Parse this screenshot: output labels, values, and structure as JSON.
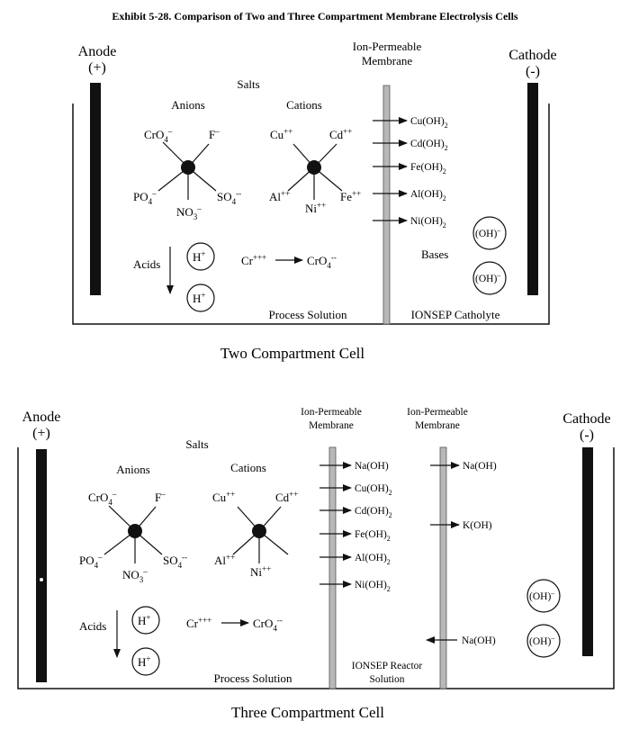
{
  "exhibit_title": "Exhibit 5-28. Comparison of Two and Three Compartment Membrane Electrolysis Cells",
  "two_cell": {
    "caption": "Two Compartment Cell",
    "anode_label": "Anode",
    "anode_sign": "(+)",
    "cathode_label": "Cathode",
    "cathode_sign": "(-)",
    "membrane_label_1": "Ion-Permeable",
    "membrane_label_2": "Membrane",
    "salts_label": "Salts",
    "anions_label": "Anions",
    "cations_label": "Cations",
    "anions": {
      "top_left": "CrO",
      "top_left_sub": "4",
      "top_left_sup": "–",
      "top_right": "F",
      "top_right_sup": "–",
      "bottom_left": "PO",
      "bottom_left_sub": "4",
      "bottom_left_sup": "–",
      "bottom_mid": "NO",
      "bottom_mid_sub": "3",
      "bottom_mid_sup": "–",
      "bottom_right": "SO",
      "bottom_right_sub": "4",
      "bottom_right_sup": "--"
    },
    "cations": {
      "top_left": "Cu",
      "top_left_sup": "++",
      "top_right": "Cd",
      "top_right_sup": "++",
      "bottom_left": "Al",
      "bottom_left_sup": "++",
      "bottom_mid": "Ni",
      "bottom_mid_sup": "++",
      "bottom_right": "Fe",
      "bottom_right_sup": "++"
    },
    "hydroxides": [
      "Cu(OH)",
      "Cd(OH)",
      "Fe(OH)",
      "Al(OH)",
      "Ni(OH)"
    ],
    "hydroxide_sub": "2",
    "acids_label": "Acids",
    "h_ion": "H",
    "h_sup": "+",
    "chromium_from": "Cr",
    "chromium_from_sup": "+++",
    "chromium_to": "CrO",
    "chromium_to_sub": "4",
    "chromium_to_sup": "--",
    "bases_label": "Bases",
    "oh_ion": "(OH)",
    "oh_sup": "–",
    "process_solution": "Process Solution",
    "catholyte": "IONSEP Catholyte"
  },
  "three_cell": {
    "caption": "Three Compartment Cell",
    "anode_label": "Anode",
    "anode_sign": "(+)",
    "cathode_label": "Cathode",
    "cathode_sign": "(-)",
    "membrane1_label_1": "Ion-Permeable",
    "membrane1_label_2": "Membrane",
    "membrane2_label_1": "Ion-Permeable",
    "membrane2_label_2": "Membrane",
    "salts_label": "Salts",
    "anions_label": "Anions",
    "cations_label": "Cations",
    "anions": {
      "top_left": "CrO",
      "top_left_sub": "4",
      "top_left_sup": "–",
      "top_right": "F",
      "top_right_sup": "–",
      "bottom_left": "PO",
      "bottom_left_sub": "4",
      "bottom_left_sup": "–",
      "bottom_mid": "NO",
      "bottom_mid_sub": "3",
      "bottom_mid_sup": "–",
      "bottom_right": "SO",
      "bottom_right_sub": "4",
      "bottom_right_sup": "--"
    },
    "cations": {
      "top_left": "Cu",
      "top_left_sup": "++",
      "top_right": "Cd",
      "top_right_sup": "++",
      "bottom_left": "Al",
      "bottom_left_sup": "++",
      "bottom_mid": "Ni",
      "bottom_mid_sup": "++"
    },
    "left_products": [
      "Na(OH)",
      "Cu(OH)",
      "Cd(OH)",
      "Fe(OH)",
      "Al(OH)",
      "Ni(OH)"
    ],
    "left_products_subs": [
      "",
      "2",
      "2",
      "2",
      "2",
      "2"
    ],
    "right_na_top": "Na(OH)",
    "right_k": "K(OH)",
    "right_na_bottom": "Na(OH)",
    "acids_label": "Acids",
    "h_ion": "H",
    "h_sup": "+",
    "chromium_from": "Cr",
    "chromium_from_sup": "+++",
    "chromium_to": "CrO",
    "chromium_to_sub": "4",
    "chromium_to_sup": "--",
    "oh_ion": "(OH)",
    "oh_sup": "–",
    "process_solution": "Process Solution",
    "reactor_1": "IONSEP Reactor",
    "reactor_2": "Solution"
  }
}
